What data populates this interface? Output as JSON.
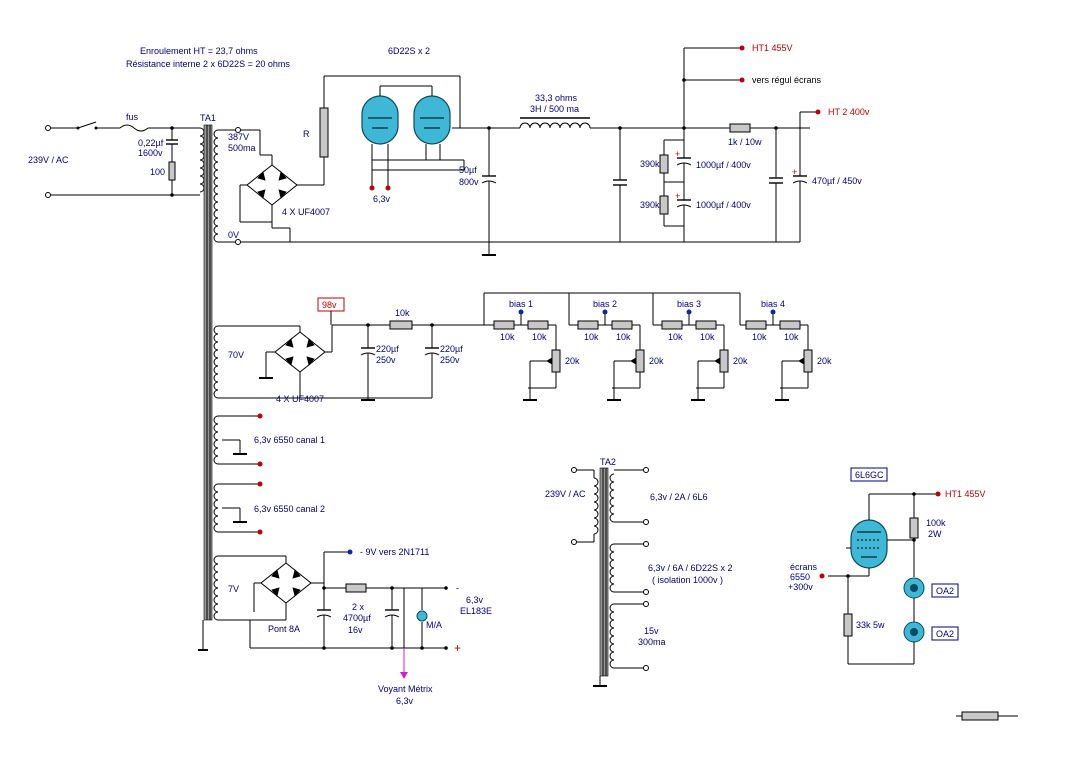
{
  "labels": {
    "winding_ht": "Enroulement HT = 23,7 ohms",
    "internal_res": "Résistance interne 2 x 6D22S = 20 ohms",
    "tube_title": "6D22S x 2",
    "ta1": "TA1",
    "fus": "fus",
    "mains": "239V / AC",
    "cap_022": "0,22µf",
    "cap_022_v": "1600v",
    "res_100": "100",
    "v387": "387V",
    "ma500": "500ma",
    "r_label": "R",
    "uf4007_a": "4 X UF4007",
    "v0": "0V",
    "heater_63": "6,3v",
    "cap50": "50µf",
    "cap50_v": "800v",
    "choke1": "33,3 ohms",
    "choke2": "3H / 500 ma",
    "r390a": "390k",
    "r390b": "390k",
    "c1000a": "1000µf / 400v",
    "c1000b": "1000µf / 400v",
    "r1k": "1k / 10w",
    "c470": "470µf / 450v",
    "ht1": "HT1  455V",
    "vers_regul": "vers régul écrans",
    "ht2": "HT 2  400v",
    "v98": "98v",
    "r10k_main": "10k",
    "c220a": "220µf",
    "c220a_v": "250v",
    "c220b": "220µf",
    "c220b_v": "250v",
    "v70": "70V",
    "uf4007_b": "4 X UF4007",
    "bias": [
      {
        "title": "bias 1",
        "r1": "10k",
        "r2": "10k",
        "pot": "20k"
      },
      {
        "title": "bias 2",
        "r1": "10k",
        "r2": "10k",
        "pot": "20k"
      },
      {
        "title": "bias 3",
        "r1": "10k",
        "r2": "10k",
        "pot": "20k"
      },
      {
        "title": "bias 4",
        "r1": "10k",
        "r2": "10k",
        "pot": "20k"
      }
    ],
    "canal1": "6,3v 6550 canal 1",
    "canal2": "6,3v 6550 canal 2",
    "v7": "7V",
    "pont8a": "Pont 8A",
    "vers_2n": "- 9V  vers 2N1711",
    "cap4700_a": "2 x",
    "cap4700_b": "4700µf",
    "cap4700_c": "16v",
    "el183_a": "6,3v",
    "el183_b": "EL183E",
    "ma": "M/A",
    "minus": "-",
    "plus": "+",
    "voyant": "Voyant Métrix",
    "voyant_v": "6,3v",
    "ta2": "TA2",
    "mains2": "239V / AC",
    "ta2_s1": "6,3v / 2A / 6L6",
    "ta2_s2a": "6,3v / 6A / 6D22S x 2",
    "ta2_s2b": "( isolation 1000v )",
    "ta2_s3a": "15v",
    "ta2_s3b": "300ma",
    "tube_6l6": "6L6GC",
    "ht1b": "HT1 455V",
    "r100k": "100k",
    "r100k_w": "2W",
    "ecrans1": "écrans",
    "ecrans2": "6550",
    "ecrans3": "+300v",
    "r33k": "33k 5w",
    "oa2a": "OA2",
    "oa2b": "OA2"
  }
}
